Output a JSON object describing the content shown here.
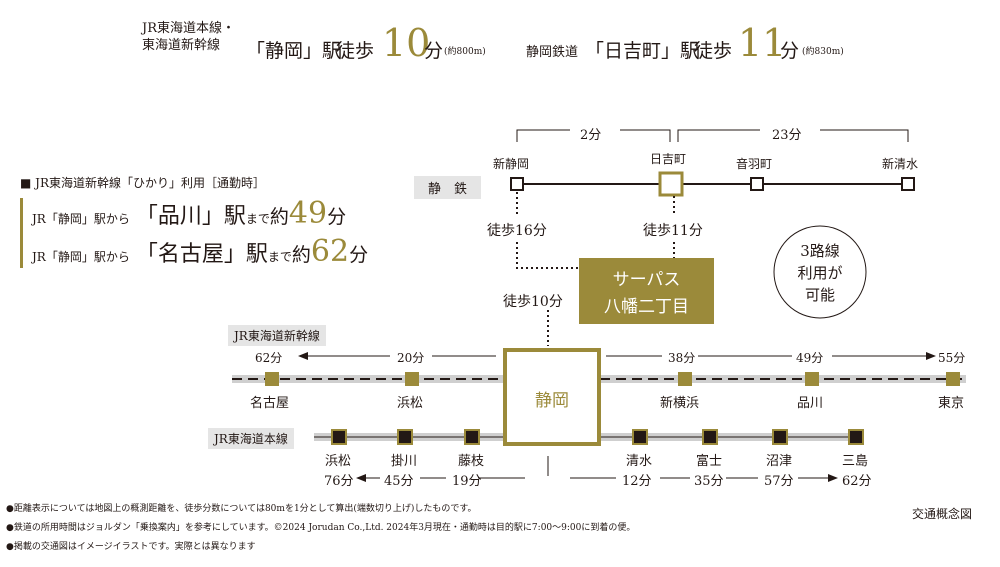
{
  "header": {
    "jr_lines": [
      "JR東海道本線・",
      "東海道新幹線"
    ],
    "shizuoka_station": "「静岡」駅",
    "walk": "徒歩",
    "shizuoka_minutes": "10",
    "min_unit": "分",
    "shizuoka_distance": "(約800m)",
    "shizutetsu_line": "静岡鉄道",
    "hiyoshicho_station": "「日吉町」駅",
    "hiyoshicho_minutes": "11",
    "hiyoshicho_distance": "(約830m)"
  },
  "commute": {
    "heading": "■ JR東海道新幹線「ひかり」利用［通勤時］",
    "rows": [
      {
        "from": "JR「静岡」駅から",
        "to": "「品川」駅",
        "until": "まで",
        "approx": "約",
        "minutes": "49",
        "unit": "分"
      },
      {
        "from": "JR「静岡」駅から",
        "to": "「名古屋」駅",
        "until": "まで",
        "approx": "約",
        "minutes": "62",
        "unit": "分"
      }
    ]
  },
  "diagram": {
    "shizutetsu_label": "静　鉄",
    "shizutetsu_stations": [
      "新静岡",
      "日吉町",
      "音羽町",
      "新清水"
    ],
    "shizutetsu_left_time": "2分",
    "shizutetsu_right_time": "23分",
    "walk_shinshizuoka": "徒歩16分",
    "walk_hiyoshicho": "徒歩11分",
    "walk_shizuoka": "徒歩10分",
    "property_name_1": "サーパス",
    "property_name_2": "八幡二丁目",
    "three_lines_1": "3路線",
    "three_lines_2": "利用が",
    "three_lines_3": "可能",
    "shinkansen_label": "JR東海道新幹線",
    "shinkansen_left_times": [
      "62分",
      "20分"
    ],
    "shinkansen_right_times": [
      "38分",
      "49分",
      "55分"
    ],
    "shinkansen_stations": [
      "名古屋",
      "浜松",
      "新横浜",
      "品川",
      "東京"
    ],
    "hub_station": "静岡",
    "honsen_label": "JR東海道本線",
    "honsen_stations": [
      "浜松",
      "掛川",
      "藤枝",
      "清水",
      "富士",
      "沼津",
      "三島"
    ],
    "honsen_left_times": [
      "76分",
      "45分",
      "19分"
    ],
    "honsen_right_times": [
      "12分",
      "35分",
      "57分",
      "62分"
    ],
    "concept_label": "交通概念図"
  },
  "notes": [
    "●距離表示については地図上の概測距離を、徒歩分数については80mを1分として算出(端数切り上げ)したものです。",
    "●鉄道の所用時間はジョルダン「乗換案内」を参考にしています。©2024 Jorudan Co.,Ltd. 2024年3月現在・通勤時は目的駅に7:00〜9:00に到着の便。",
    "●掲載の交通図はイメージイラストです。実際とは異なります"
  ],
  "colors": {
    "gold": "#9b8a3a",
    "dark": "#231815",
    "rail_gray": "#c8c8c8"
  }
}
